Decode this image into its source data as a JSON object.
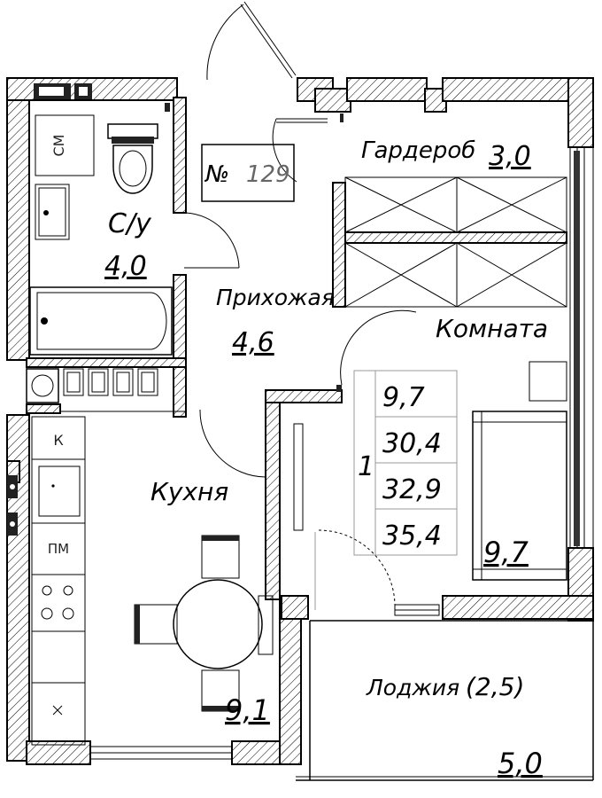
{
  "apartment": {
    "number_label": "№",
    "number_value": "129"
  },
  "rooms": {
    "bathroom": {
      "name": "С/у",
      "area": "4,0"
    },
    "hallway": {
      "name": "Прихожая",
      "area": "4,6"
    },
    "wardrobe": {
      "name": "Гардероб",
      "area": "3,0"
    },
    "room": {
      "name": "Комната",
      "area": "9,7"
    },
    "kitchen": {
      "name": "Кухня",
      "area": "9,1"
    },
    "loggia": {
      "name": "Лоджия",
      "coef": "(2,5)",
      "area": "5,0"
    }
  },
  "summary": {
    "rooms_count": "1",
    "living_area": "9,7",
    "area_a": "30,4",
    "area_b": "32,9",
    "area_c": "35,4"
  },
  "symbols": {
    "washer": "СМ",
    "fridge": "К",
    "dishwasher": "ПМ"
  }
}
